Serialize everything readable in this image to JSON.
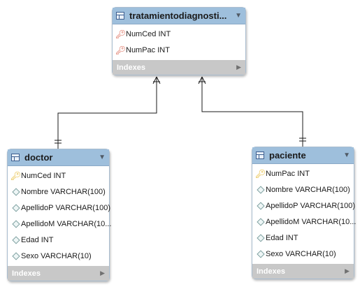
{
  "tables": {
    "tratamiento": {
      "title": "tratamientodiagnosti...",
      "columns": [
        {
          "label": "NumCed INT",
          "icon": "foreign-key-icon"
        },
        {
          "label": "NumPac INT",
          "icon": "foreign-key-icon"
        }
      ],
      "indexes_label": "Indexes"
    },
    "doctor": {
      "title": "doctor",
      "columns": [
        {
          "label": "NumCed INT",
          "icon": "primary-key-icon"
        },
        {
          "label": "Nombre VARCHAR(100)",
          "icon": "column-diamond-icon"
        },
        {
          "label": "ApellidoP VARCHAR(100)",
          "icon": "column-diamond-icon"
        },
        {
          "label": "ApellidoM VARCHAR(10...",
          "icon": "column-diamond-icon"
        },
        {
          "label": "Edad INT",
          "icon": "column-diamond-icon"
        },
        {
          "label": "Sexo VARCHAR(10)",
          "icon": "column-diamond-icon"
        }
      ],
      "indexes_label": "Indexes"
    },
    "paciente": {
      "title": "paciente",
      "columns": [
        {
          "label": "NumPac INT",
          "icon": "primary-key-icon"
        },
        {
          "label": "Nombre VARCHAR(100)",
          "icon": "column-diamond-icon"
        },
        {
          "label": "ApellidoP VARCHAR(100)",
          "icon": "column-diamond-icon"
        },
        {
          "label": "ApellidoM VARCHAR(10...",
          "icon": "column-diamond-icon"
        },
        {
          "label": "Edad INT",
          "icon": "column-diamond-icon"
        },
        {
          "label": "Sexo VARCHAR(10)",
          "icon": "column-diamond-icon"
        }
      ],
      "indexes_label": "Indexes"
    }
  },
  "relationships": [
    {
      "from": "tratamiento",
      "to": "doctor",
      "from_end": "many",
      "to_end": "one"
    },
    {
      "from": "tratamiento",
      "to": "paciente",
      "from_end": "many",
      "to_end": "one"
    }
  ],
  "colors": {
    "header": "#9ebfdc",
    "border": "#a9bdd0",
    "indexes_bar": "#c8c8c8",
    "connector": "#1a1a1a"
  }
}
